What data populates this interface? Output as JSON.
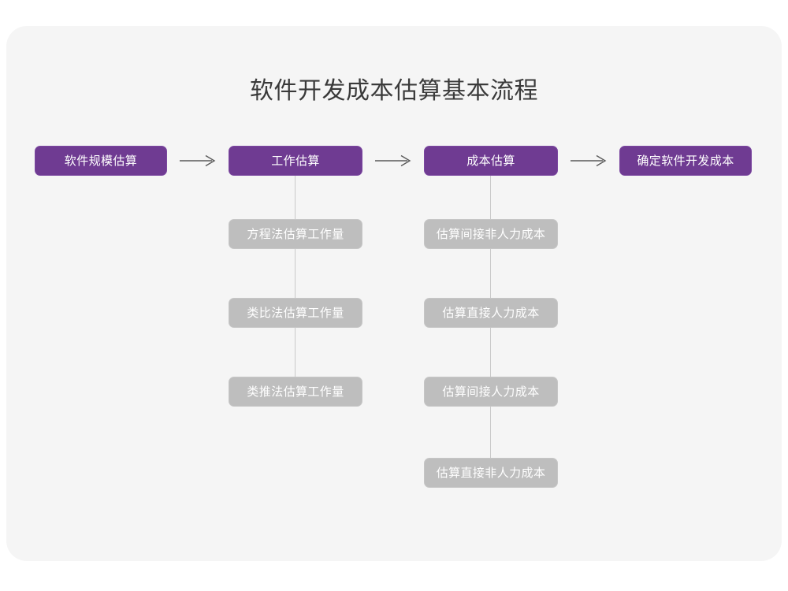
{
  "page": {
    "background_color": "#ffffff",
    "card_color": "#f5f5f5"
  },
  "title": "软件开发成本估算基本流程",
  "colors": {
    "primary": "#6f3b92",
    "secondary": "#bebebe",
    "connector": "#c9c9c9",
    "arrow": "#5a5a5a",
    "title_text": "#3a3a3a",
    "node_text": "#ffffff"
  },
  "flow": {
    "arrow_glyph": "arrow-right-icon",
    "main_steps": [
      {
        "id": "step-1",
        "label": "软件规模估算"
      },
      {
        "id": "step-2",
        "label": "工作估算"
      },
      {
        "id": "step-3",
        "label": "成本估算"
      },
      {
        "id": "step-4",
        "label": "确定软件开发成本"
      }
    ],
    "arrows": [
      {
        "id": "arrow-1",
        "from": "step-1",
        "to": "step-2"
      },
      {
        "id": "arrow-2",
        "from": "step-2",
        "to": "step-3"
      },
      {
        "id": "arrow-3",
        "from": "step-3",
        "to": "step-4"
      }
    ],
    "branches": [
      {
        "parent": "step-2",
        "parent_label": "工作估算",
        "items": [
          {
            "id": "effort-1",
            "label": "方程法估算工作量"
          },
          {
            "id": "effort-2",
            "label": "类比法估算工作量"
          },
          {
            "id": "effort-3",
            "label": "类推法估算工作量"
          }
        ]
      },
      {
        "parent": "step-3",
        "parent_label": "成本估算",
        "items": [
          {
            "id": "cost-1",
            "label": "估算间接非人力成本"
          },
          {
            "id": "cost-2",
            "label": "估算直接人力成本"
          },
          {
            "id": "cost-3",
            "label": "估算间接人力成本"
          },
          {
            "id": "cost-4",
            "label": "估算直接非人力成本"
          }
        ]
      }
    ]
  }
}
